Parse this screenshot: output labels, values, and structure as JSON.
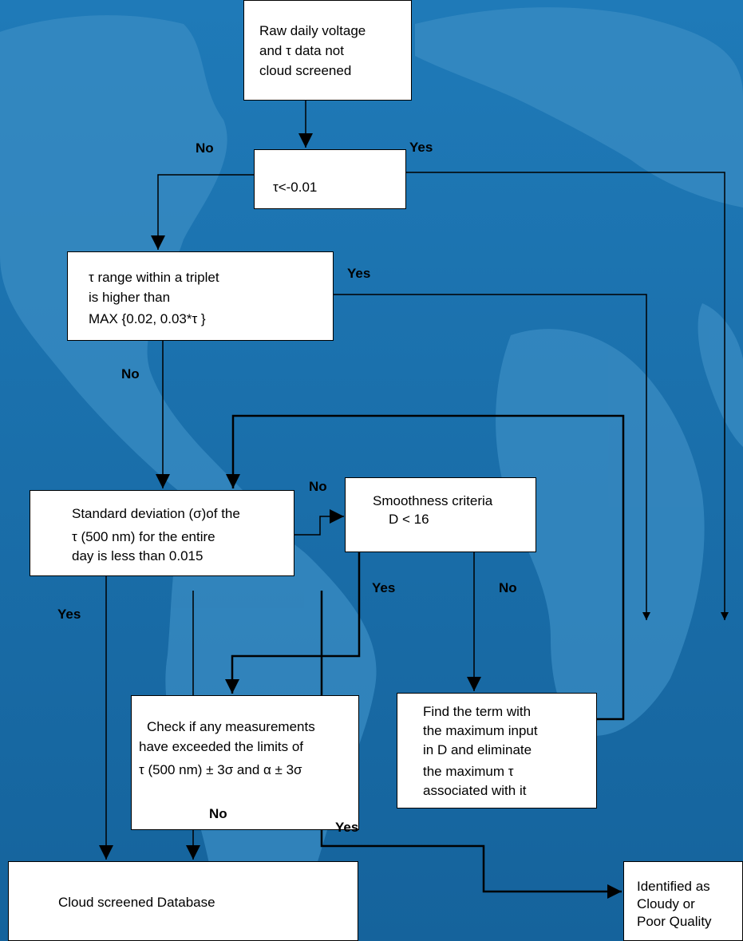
{
  "colors": {
    "background": "#1a6fa8",
    "land": "#3f8fc4",
    "box_fill": "#ffffff",
    "stroke": "#000000"
  },
  "nodes": {
    "raw_data": {
      "lines": [
        "Raw daily voltage",
        "and τ data not",
        "cloud screened"
      ]
    },
    "tau_check": {
      "text": "τ<-0.01"
    },
    "triplet": {
      "lines": [
        "τ  range within a triplet",
        "is higher than",
        "MAX {0.02, 0.03*τ }"
      ]
    },
    "std_dev": {
      "lines": [
        "Standard deviation (σ)of the",
        "τ (500 nm) for the entire",
        "day is less than 0.015"
      ]
    },
    "smoothness": {
      "lines": [
        "Smoothness criteria",
        "D < 16"
      ]
    },
    "check_limits": {
      "lines": [
        "Check if any measurements",
        "have exceeded the limits of",
        "τ (500 nm) ± 3σ  and  α ± 3σ"
      ]
    },
    "find_term": {
      "lines": [
        "Find the term with",
        "the maximum input",
        "in D and eliminate",
        "the maximum τ",
        "associated with it"
      ]
    },
    "database": {
      "text": "Cloud screened Database"
    },
    "cloudy": {
      "lines": [
        "Identified as",
        "Cloudy or",
        "Poor Quality"
      ]
    }
  },
  "edge_labels": {
    "tau_no": "No",
    "tau_yes": "Yes",
    "triplet_yes": "Yes",
    "triplet_no": "No",
    "std_no": "No",
    "std_yes": "Yes",
    "smooth_yes": "Yes",
    "smooth_no": "No",
    "check_no": "No",
    "check_yes": "Yes"
  }
}
